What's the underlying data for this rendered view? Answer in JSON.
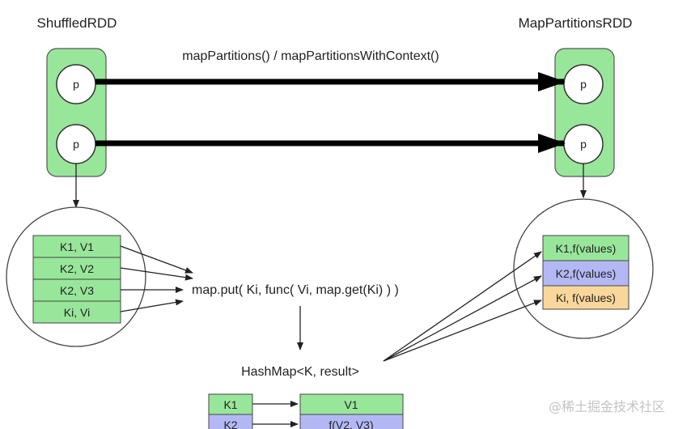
{
  "left_rdd": {
    "title": "ShuffledRDD",
    "partitions": [
      "p",
      "p"
    ]
  },
  "right_rdd": {
    "title": "MapPartitionsRDD",
    "partitions": [
      "p",
      "p"
    ]
  },
  "transform_label": "mapPartitions() / mapPartitionsWithContext()",
  "input_records": [
    "K1, V1",
    "K2, V2",
    "K2, V3",
    "Ki,  Vi"
  ],
  "map_put_label": "map.put( Ki, func( Vi, map.get(Ki) ) )",
  "hashmap_label": "HashMap<K, result>",
  "hashmap_rows": [
    {
      "key": "K1",
      "value": "V1"
    },
    {
      "key": "K2",
      "value": "f(V2, V3)"
    }
  ],
  "output_records": [
    "K1,f(values)",
    "K2,f(values)",
    "Ki, f(values)"
  ],
  "watermark": "@稀土掘金技术社区",
  "colors": {
    "green": "#98e69a",
    "blue": "#b3b8f5",
    "orange": "#f9d79b",
    "stroke": "#333333"
  }
}
